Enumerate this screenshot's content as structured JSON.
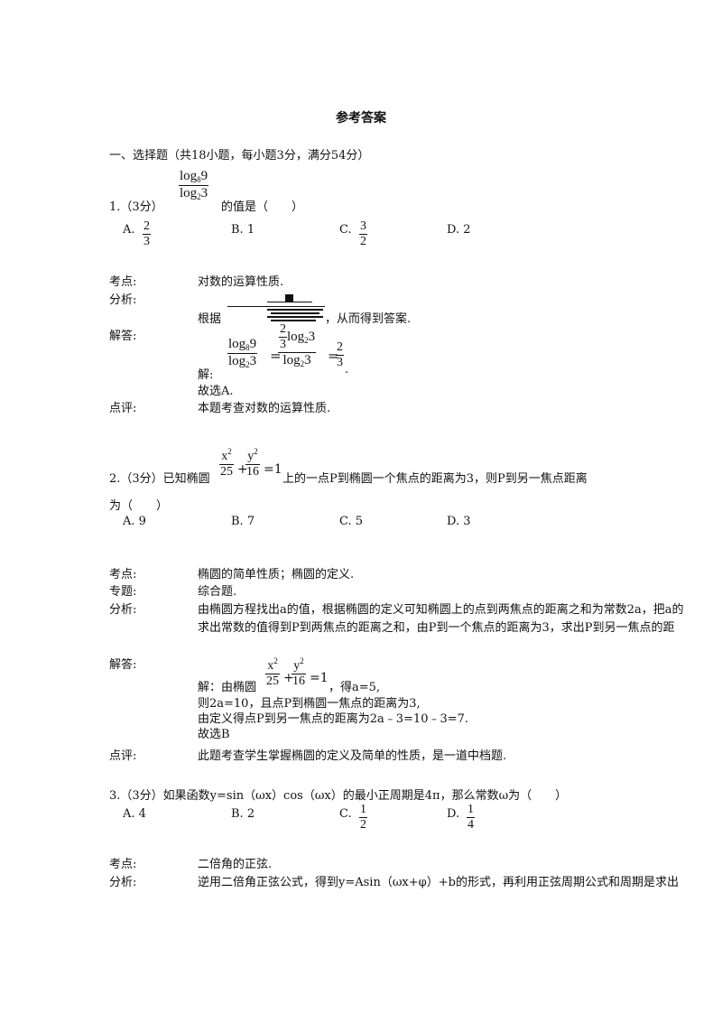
{
  "header": {
    "title": "参考答案"
  },
  "section1": {
    "heading": "一、选择题（共18小题，每小题3分，满分54分）"
  },
  "labels": {
    "kaodian": "考点:",
    "fenxi": "分析:",
    "jieda": "解答:",
    "dianping": "点评:",
    "zhuanti": "专题:"
  },
  "q1": {
    "prefix": "1.（3分）",
    "suffix": "的值是（　　）",
    "expr_num": "log",
    "expr_num_base": "8",
    "expr_num_arg": "9",
    "expr_den": "log",
    "expr_den_base": "2",
    "expr_den_arg": "3",
    "options": {
      "A": "A.",
      "A_num": "2",
      "A_den": "3",
      "B": "B. 1",
      "C": "C.",
      "C_num": "3",
      "C_den": "2",
      "D": "D. 2"
    },
    "kaodian": "对数的运算性质.",
    "fenxi_pre": "根据",
    "fenxi_post": "，从而得到答案.",
    "jie_prefix": "解:",
    "sol_a_num": "log",
    "sol_a_num_base": "8",
    "sol_a_num_arg": "9",
    "sol_a_den": "log",
    "sol_a_den_base": "2",
    "sol_a_den_arg": "3",
    "sol_eq1": "=",
    "sol_b_coef_num": "2",
    "sol_b_coef_den": "3",
    "sol_b_log": "log",
    "sol_b_log_base": "2",
    "sol_b_log_arg": "3",
    "sol_b_den": "log",
    "sol_b_den_base": "2",
    "sol_b_den_arg": "3",
    "sol_eq2": "=",
    "sol_c_num": "2",
    "sol_c_den": "3",
    "sol_end": ".",
    "choose": "故选A.",
    "dianping": "本题考查对数的运算性质."
  },
  "q2": {
    "prefix": "2.（3分）已知椭圆",
    "eq_x": "x",
    "eq_x_sup": "2",
    "eq_25": "25",
    "eq_plus": "+",
    "eq_y": "y",
    "eq_y_sup": "2",
    "eq_16": "16",
    "eq_eq1": "=1",
    "suffix": "上的一点P到椭圆一个焦点的距离为3，则P到另一焦点距离",
    "line2": "为（　　）",
    "options": {
      "A": "A. 9",
      "B": "B. 7",
      "C": "C. 5",
      "D": "D. 3"
    },
    "kaodian": "椭圆的简单性质；椭圆的定义.",
    "zhuanti": "综合题.",
    "fenxi1": "由椭圆方程找出a的值，根据椭圆的定义可知椭圆上的点到两焦点的距离之和为常数2a，把a的",
    "fenxi2": "求出常数的值得到P到两焦点的距离之和，由P到一个焦点的距离为3，求出P到另一焦点的距",
    "jie_pre": "解：由椭圆",
    "jie_post": "，得a=5,",
    "jie2": "则2a=10，且点P到椭圆一焦点的距离为3,",
    "jie3": "由定义得点P到另一焦点的距离为2a﹣3=10﹣3=7.",
    "choose": "故选B",
    "dianping": "此题考查学生掌握椭圆的定义及简单的性质，是一道中档题."
  },
  "q3": {
    "stem": "3.（3分）如果函数y=sin（ωx）cos（ωx）的最小正周期是4π，那么常数ω为（　　）",
    "options": {
      "A": "A. 4",
      "B": "B. 2",
      "C": "C.",
      "C_num": "1",
      "C_den": "2",
      "D": "D.",
      "D_num": "1",
      "D_den": "4"
    },
    "kaodian": "二倍角的正弦.",
    "fenxi": "逆用二倍角正弦公式，得到y=Asin（ωx+φ）+b的形式，再利用正弦周期公式和周期是求出"
  }
}
